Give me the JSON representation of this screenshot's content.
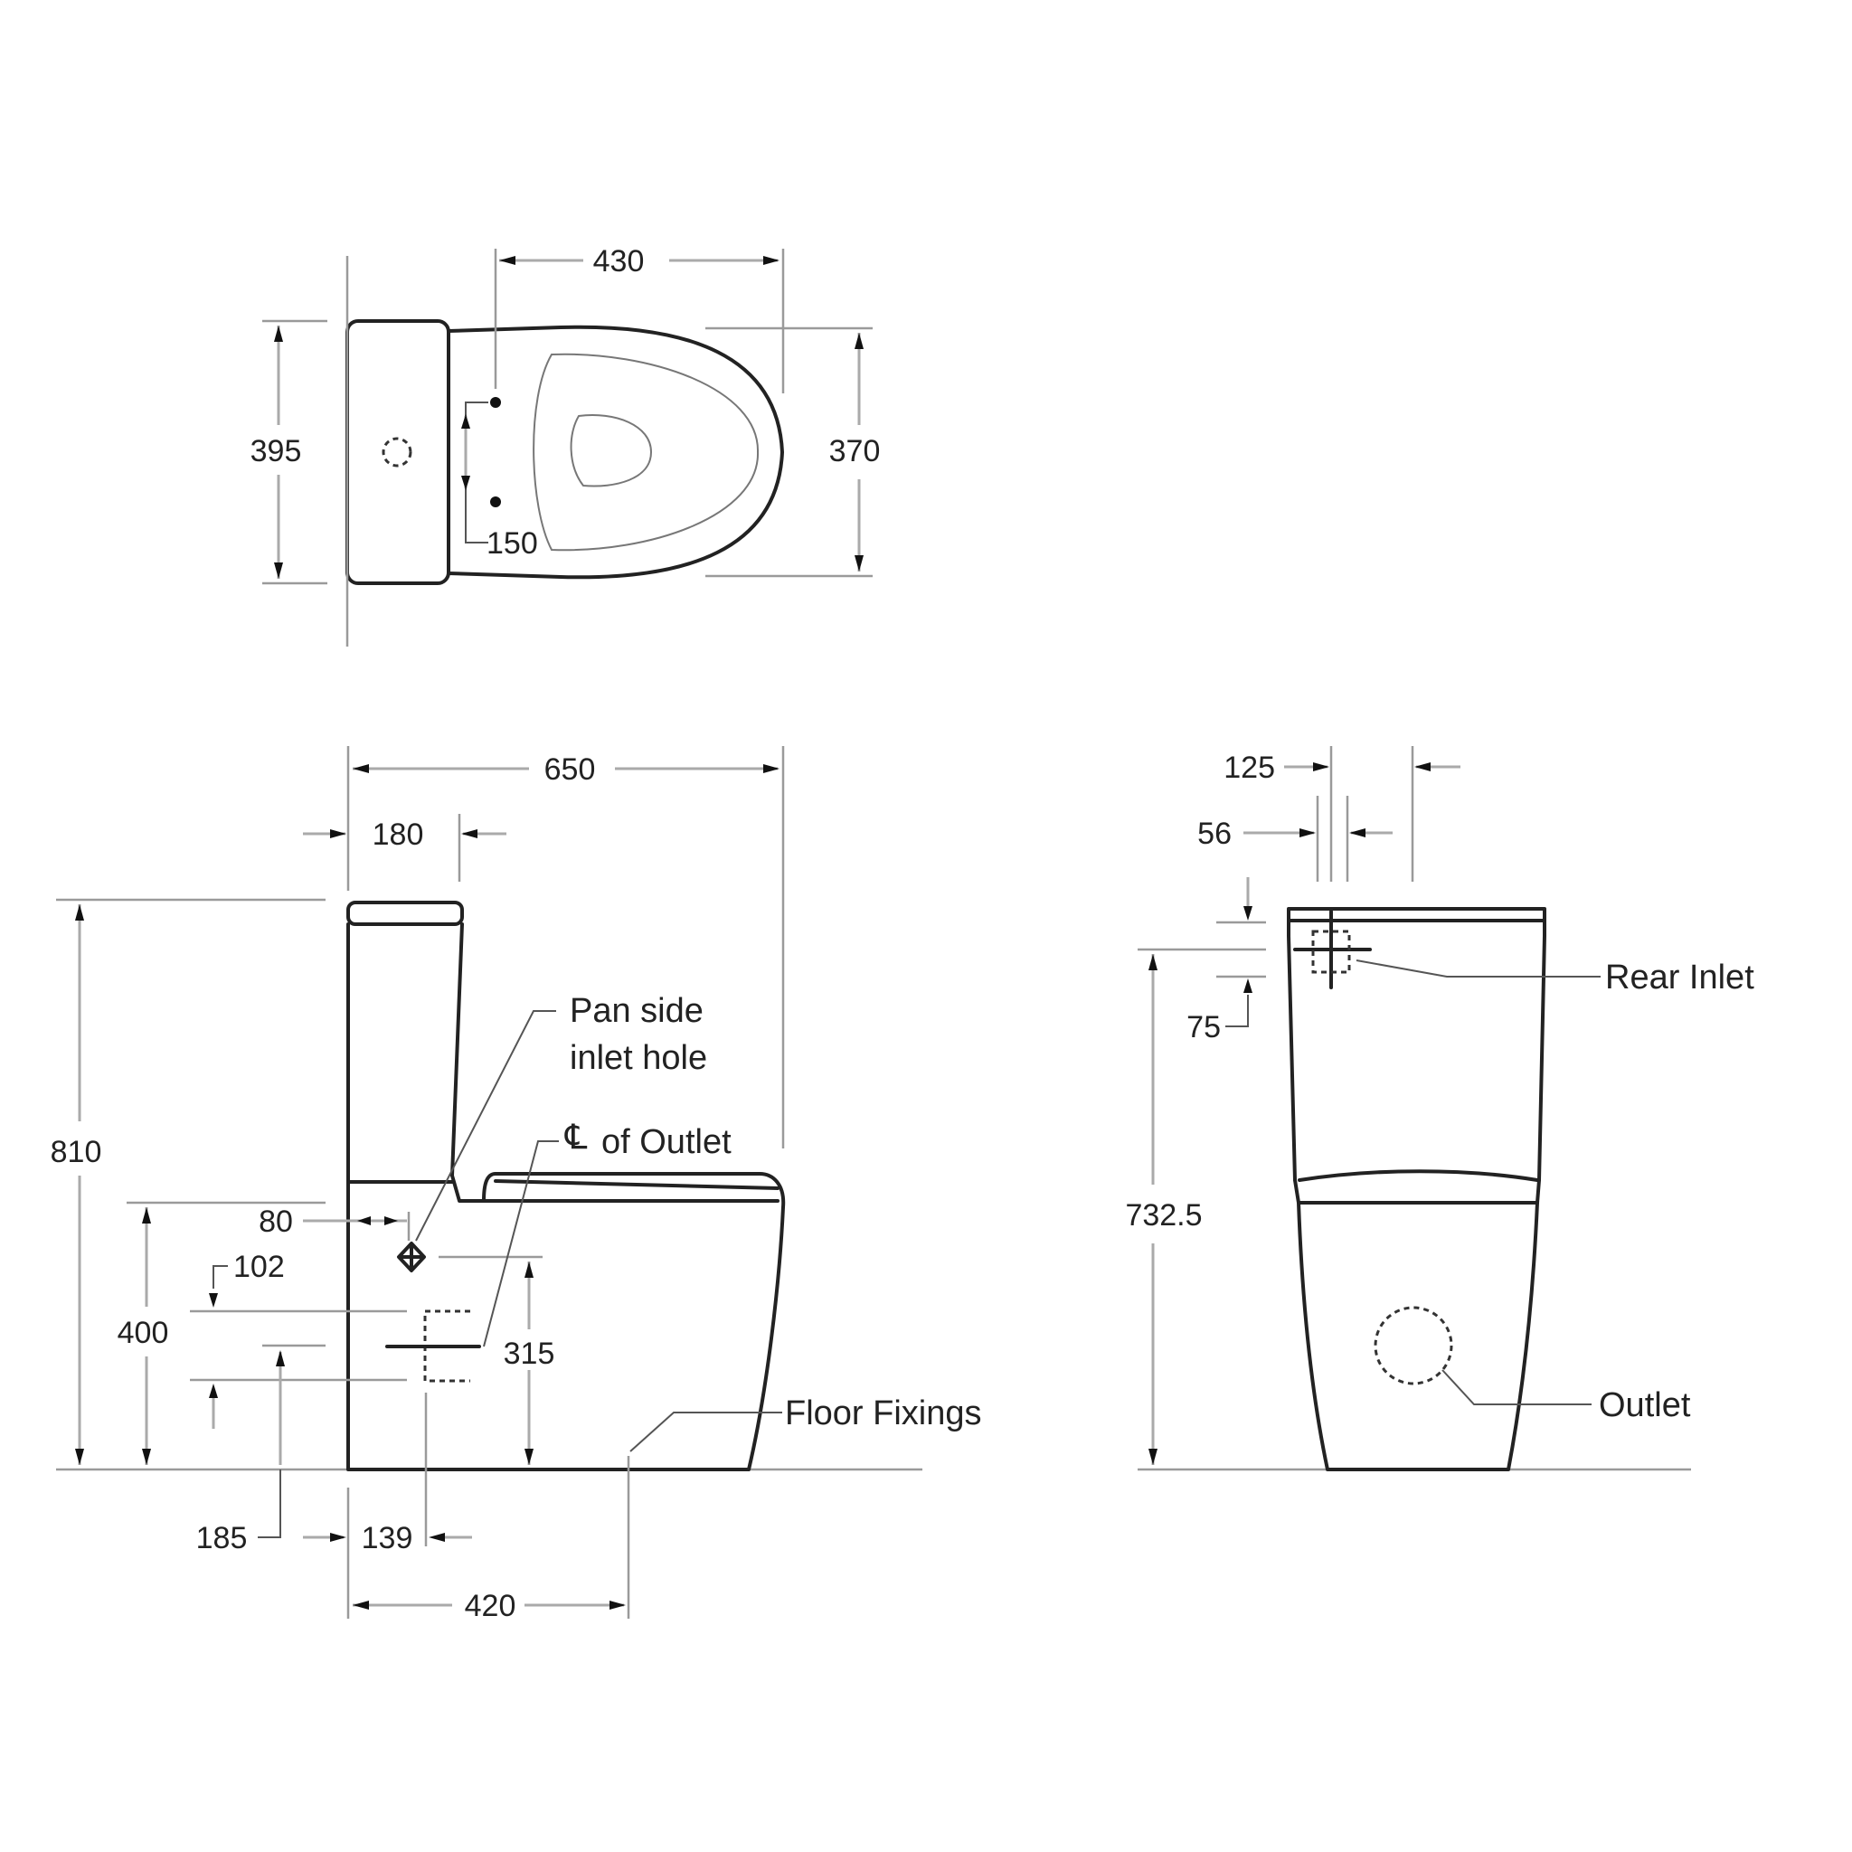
{
  "drawing": {
    "subject": "Two-piece toilet suite dimension drawing",
    "units": "mm",
    "background": "#ffffff",
    "line_color": "#222222"
  },
  "plan_view": {
    "dim_overall_depth_pan": "430",
    "dim_cistern_width": "395",
    "dim_pan_width": "370",
    "dim_seat_hinge_spacing": "150"
  },
  "side_view": {
    "dim_overall_length": "650",
    "dim_cistern_depth": "180",
    "dim_overall_height": "810",
    "dim_pan_height": "400",
    "dim_side_inlet_offset": "80",
    "dim_outlet_height_102": "102",
    "dim_outlet_centre_height": "185",
    "dim_inlet_hole_height": "315",
    "dim_outlet_set_out": "139",
    "dim_floor_fixing_distance": "420",
    "label_pan_side_inlet_line1": "Pan side",
    "label_pan_side_inlet_line2": "inlet hole",
    "label_cl_symbol": "℄",
    "label_cl_outlet": "of Outlet",
    "label_floor_fixings": "Floor Fixings"
  },
  "rear_view": {
    "dim_inlet_width_125": "125",
    "dim_inlet_width_56": "56",
    "dim_inlet_drop": "75",
    "dim_inlet_height": "732.5",
    "label_rear_inlet": "Rear Inlet",
    "label_outlet": "Outlet"
  }
}
